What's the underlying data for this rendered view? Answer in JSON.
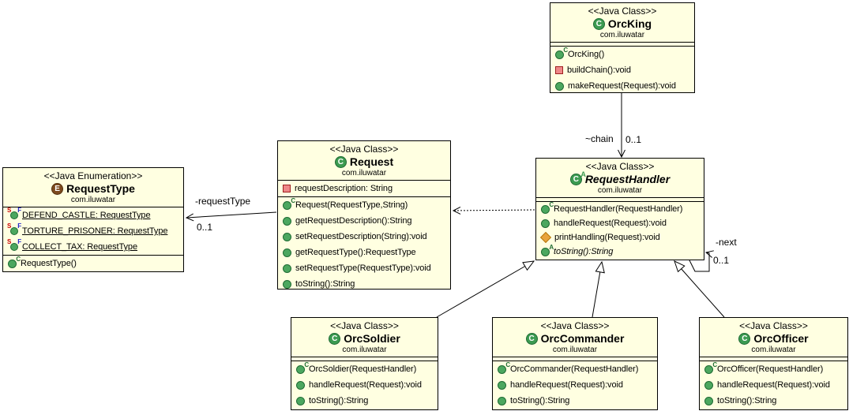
{
  "icons": {
    "class_letter": "C",
    "enum_letter": "E",
    "abstract_sup": "A",
    "constructor_sup": "C",
    "static_sup": "S",
    "final_sup": "F"
  },
  "colors": {
    "box_fill": "#FFFFE1",
    "box_border": "#000000",
    "class_icon_green": "#3C9B51",
    "enum_icon_brown": "#7D4A1E",
    "private_red": "#A02020",
    "protected_gold": "#E8A33D"
  },
  "classes": {
    "orcKing": {
      "stereotype": "<<Java Class>>",
      "name": "OrcKing",
      "package": "com.iluwatar",
      "methods": [
        {
          "icon": "constructor-method-icon",
          "label": "OrcKing()"
        },
        {
          "icon": "private-method-icon",
          "label": "buildChain():void"
        },
        {
          "icon": "public-method-icon",
          "label": "makeRequest(Request):void"
        }
      ]
    },
    "request": {
      "stereotype": "<<Java Class>>",
      "name": "Request",
      "package": "com.iluwatar",
      "fields": [
        {
          "icon": "private-field-icon",
          "label": "requestDescription: String"
        }
      ],
      "methods": [
        {
          "icon": "constructor-method-icon",
          "label": "Request(RequestType,String)"
        },
        {
          "icon": "public-method-icon",
          "label": "getRequestDescription():String"
        },
        {
          "icon": "public-method-icon",
          "label": "setRequestDescription(String):void"
        },
        {
          "icon": "public-method-icon",
          "label": "getRequestType():RequestType"
        },
        {
          "icon": "public-method-icon",
          "label": "setRequestType(RequestType):void"
        },
        {
          "icon": "public-method-icon",
          "label": "toString():String"
        }
      ]
    },
    "requestHandler": {
      "stereotype": "<<Java Class>>",
      "name": "RequestHandler",
      "package": "com.iluwatar",
      "methods": [
        {
          "icon": "constructor-method-icon",
          "label": "RequestHandler(RequestHandler)"
        },
        {
          "icon": "public-method-icon",
          "label": "handleRequest(Request):void"
        },
        {
          "icon": "protected-method-icon",
          "label": "printHandling(Request):void"
        },
        {
          "icon": "abstract-method-icon",
          "label": "toString():String"
        }
      ]
    },
    "requestType": {
      "stereotype": "<<Java Enumeration>>",
      "name": "RequestType",
      "package": "com.iluwatar",
      "fields": [
        {
          "icon": "static-final-field-icon",
          "label": "DEFEND_CASTLE: RequestType"
        },
        {
          "icon": "static-final-field-icon",
          "label": "TORTURE_PRISONER: RequestType"
        },
        {
          "icon": "static-final-field-icon",
          "label": "COLLECT_TAX: RequestType"
        }
      ],
      "methods": [
        {
          "icon": "constructor-method-icon",
          "label": "RequestType()"
        }
      ]
    },
    "orcSoldier": {
      "stereotype": "<<Java Class>>",
      "name": "OrcSoldier",
      "package": "com.iluwatar",
      "methods": [
        {
          "icon": "constructor-method-icon",
          "label": "OrcSoldier(RequestHandler)"
        },
        {
          "icon": "public-method-icon",
          "label": "handleRequest(Request):void"
        },
        {
          "icon": "public-method-icon",
          "label": "toString():String"
        }
      ]
    },
    "orcCommander": {
      "stereotype": "<<Java Class>>",
      "name": "OrcCommander",
      "package": "com.iluwatar",
      "methods": [
        {
          "icon": "constructor-method-icon",
          "label": "OrcCommander(RequestHandler)"
        },
        {
          "icon": "public-method-icon",
          "label": "handleRequest(Request):void"
        },
        {
          "icon": "public-method-icon",
          "label": "toString():String"
        }
      ]
    },
    "orcOfficer": {
      "stereotype": "<<Java Class>>",
      "name": "OrcOfficer",
      "package": "com.iluwatar",
      "methods": [
        {
          "icon": "constructor-method-icon",
          "label": "OrcOfficer(RequestHandler)"
        },
        {
          "icon": "public-method-icon",
          "label": "handleRequest(Request):void"
        },
        {
          "icon": "public-method-icon",
          "label": "toString():String"
        }
      ]
    }
  },
  "edges": {
    "chain": {
      "name": "~chain",
      "multiplicity": "0..1"
    },
    "requestType": {
      "name": "-requestType",
      "multiplicity": "0..1"
    },
    "next": {
      "name": "-next",
      "multiplicity": "0..1"
    }
  }
}
